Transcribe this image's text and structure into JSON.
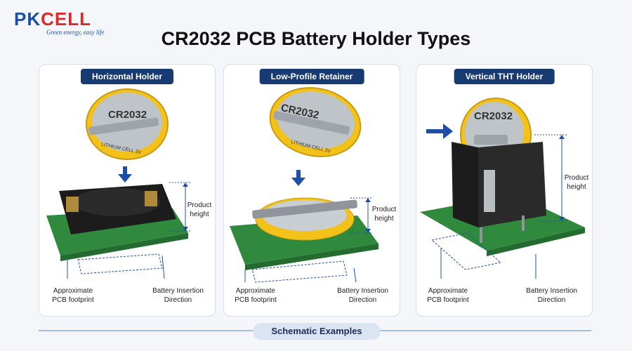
{
  "brand": {
    "name_part1": "PK",
    "name_part2": "CELL",
    "tagline": "Green energy, easy life"
  },
  "title": "CR2032 PCB Battery Holder Types",
  "panels": [
    {
      "label": "Horizontal Holder",
      "coin_text": "CR2032",
      "coin_sub": "LITHIUM CELL 3V",
      "height_label_1": "Product",
      "height_label_2": "height",
      "footprint_1": "Approximate",
      "footprint_2": "PCB footprint",
      "insert_1": "Battery Insertion",
      "insert_2": "Direction"
    },
    {
      "label": "Low-Profile Retainer",
      "coin_text": "CR2032",
      "coin_sub": "LITHIUM CELL 3V",
      "height_label_1": "Product",
      "height_label_2": "height",
      "footprint_1": "Approximate",
      "footprint_2": "PCB footprint",
      "insert_1": "Battery Insertion",
      "insert_2": "Direction"
    },
    {
      "label": "Vertical THT Holder",
      "coin_text": "CR2032",
      "height_label_1": "Product",
      "height_label_2": "height",
      "footprint_1": "Approximate",
      "footprint_2": "PCB footprint",
      "insert_1": "Battery Insertion",
      "insert_2": "Direction"
    }
  ],
  "footer": {
    "label": "Schematic Examples"
  },
  "colors": {
    "pcb_green": "#2f8a3d",
    "holder_black": "#1c1c1c",
    "coin_yellow": "#f2c21b",
    "coin_face": "#bfc4c9",
    "accent_navy": "#173a72",
    "arrow_blue": "#1e4fa8"
  }
}
